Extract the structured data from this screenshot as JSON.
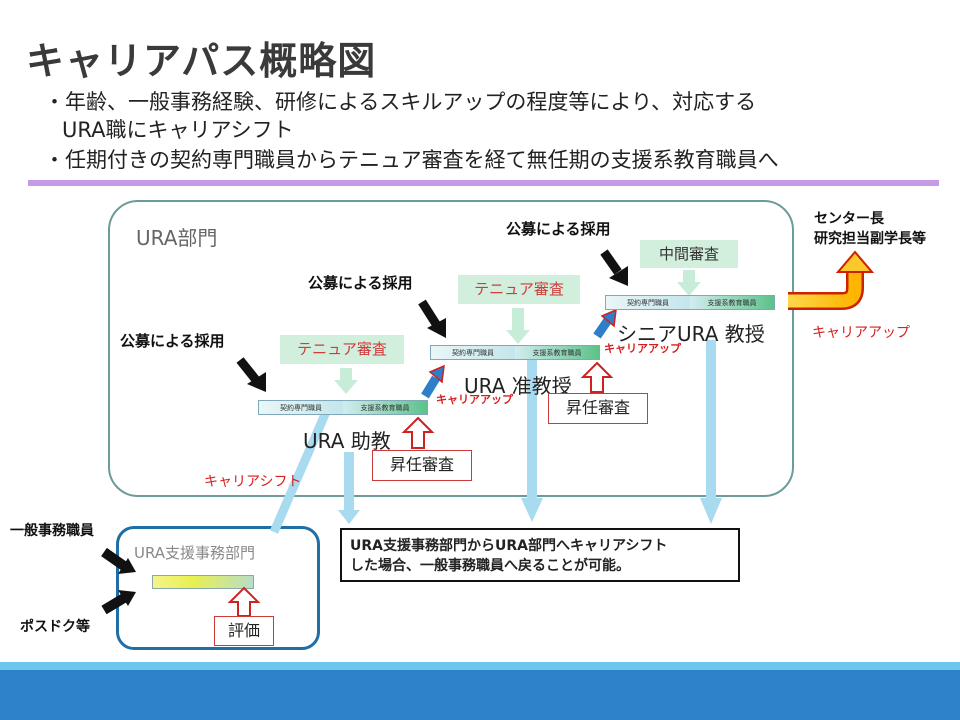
{
  "title": "キャリアパス概略図",
  "bullets": [
    "・年齢、一般事務経験、研修によるスキルアップの程度等により、対応する",
    "URA職にキャリアシフト",
    "・任期付きの契約専門職員からテニュア審査を経て無任期の支援系教育職員へ"
  ],
  "ura_dept": {
    "label": "URA部門"
  },
  "support_dept": {
    "label": "URA支援事務部門"
  },
  "bar": {
    "contract": "契約専門職員",
    "support": "支援系教育職員"
  },
  "tenure_review": "テニュア審査",
  "interim_review": "中間審査",
  "promotion_review": "昇任審査",
  "evaluation": "評価",
  "public_recruitment": "公募による採用",
  "career_up": "キャリアアップ",
  "career_shift": "キャリアシフト",
  "positions": {
    "assistant": "URA 助教",
    "associate": "URA 准教授",
    "professor": "シニアURA 教授"
  },
  "top_right": {
    "line1": "センター長",
    "line2": "研究担当副学長等"
  },
  "sources": {
    "clerical": "一般事務職員",
    "postdoc": "ポスドク等"
  },
  "note": {
    "line1": "URA支援事務部門からURA部門へキャリアシフト",
    "line2": "した場合、一般事務職員へ戻ることが可能。"
  },
  "colors": {
    "accent_divider": "#c59ae6",
    "footer": "#2e83c8",
    "tenure_text": "#d03b3b",
    "arrow_blue": "#a8daf0"
  }
}
